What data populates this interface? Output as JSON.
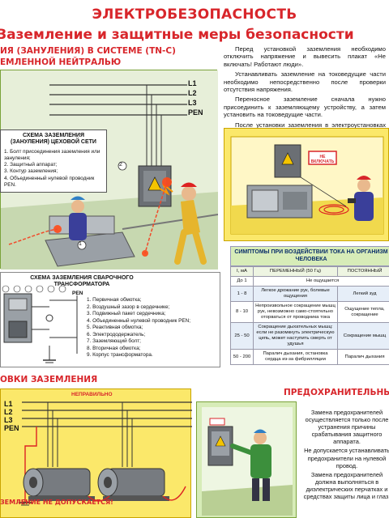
{
  "header": {
    "title": "ЭЛЕКТРОБЕЗОПАСНОСТЬ",
    "subtitle": "Заземление и защитные меры безопасности"
  },
  "section1": {
    "title_line1": "ИЯ (ЗАНУЛЕНИЯ) В СИСТЕМЕ (TN-C)",
    "title_line2": "ЕМЛЕННОЙ НЕЙТРАЛЬЮ",
    "lines": [
      "L1",
      "L2",
      "L3",
      "PEN"
    ],
    "scheme_title": "СХЕМА ЗАЗЕМЛЕНИЯ (ЗАНУЛЕНИЯ) ЦЕХОВОЙ СЕТИ",
    "scheme_items": [
      "1. Болт присоединения заземления или зануления;",
      "2. Защитный аппарат;",
      "3. Контур заземления;",
      "4. Объединенный нулевой проводник PEN."
    ],
    "callout_1": "1",
    "callout_2": "2"
  },
  "intro": [
    "Перед установкой заземления необходимо отключить напряжение и вывесить плакат «Не включать! Работают люди».",
    "Устанавливать заземление на токоведущие части необходимо непосредственно после проверки отсутствия напряжения.",
    "Переносное заземление сначала нужно присоединить к заземляющему устройству, а затем установить на токоведущие части.",
    "После установки заземления в электроустановках должны быть вывешены плакаты «Заземлено»."
  ],
  "sign_text": "НЕ ВКЛЮЧАТЬ",
  "transformer": {
    "title": "СХЕМА ЗАЗЕМЛЕНИЯ СВАРОЧНОГО ТРАНСФОРМАТОРА",
    "pen": "PEN",
    "items": [
      "1. Первичная обмотка;",
      "2. Воздушный зазор в сердечнике;",
      "3. Подвижный пакет сердечника;",
      "4. Объединенный нулевой проводник PEN;",
      "5. Реактивная обмотка;",
      "6. Электрододержатель;",
      "7. Заземляющий болт;",
      "8. Вторичная обмотка;",
      "9. Корпус трансформатора."
    ]
  },
  "table": {
    "title": "СИМПТОМЫ ПРИ ВОЗДЕЙСТВИИ ТОКА НА ОРГАНИЗМ ЧЕЛОВЕКА",
    "headers": [
      "I, мА",
      "ПЕРЕМЕННЫЙ (50 Гц)",
      "ПОСТОЯННЫЙ"
    ],
    "rows": [
      [
        "До 1",
        "Не ощущается",
        ""
      ],
      [
        "1 - 8",
        "Легкое дрожание рук, болевые ощущения",
        "Легкий зуд"
      ],
      [
        "8 - 10",
        "Непроизвольное сокращение мышц рук, невозможно само-стоятельно оторваться от проводника тока",
        "Ощущение тепла, сокращение"
      ],
      [
        "25 - 50",
        "Сокращение дыхательных мышц: если не разомкнуть электрическую цепь, может наступить смерть от удушья",
        "Сокращение мышц"
      ],
      [
        "50 - 200",
        "Паралич дыхания, остановка сердца из-за фибрилляции",
        "Паралич дыхания"
      ]
    ]
  },
  "section3": {
    "title": "ОВКИ ЗАЗЕМЛЕНИЯ",
    "wrong_label": "НЕПРАВИЛЬНО",
    "lines": [
      "L1",
      "L2",
      "L3",
      "PEN"
    ],
    "bottom_banner": "ЗЕМЛЕНИЕ НЕ ДОПУСКАЕТСЯ!"
  },
  "fuses": {
    "title": "ПРЕДОХРАНИТЕЛЬНЫЕ",
    "paragraphs": [
      "Замена предохранителей осуществляется только после устранения причины срабатывания защитного аппарата.",
      "Не допускается устанавливать предохранители на нулевой провод.",
      "Замена предохранителей должна выполняться в диэлектрических перчатках и средствах защиты лица и глаз."
    ]
  },
  "colors": {
    "accent_red": "#d8262b",
    "panel_green": "#d7ecb8",
    "panel_yellow": "#fbe86a",
    "table_text": "#0b2f6a"
  }
}
